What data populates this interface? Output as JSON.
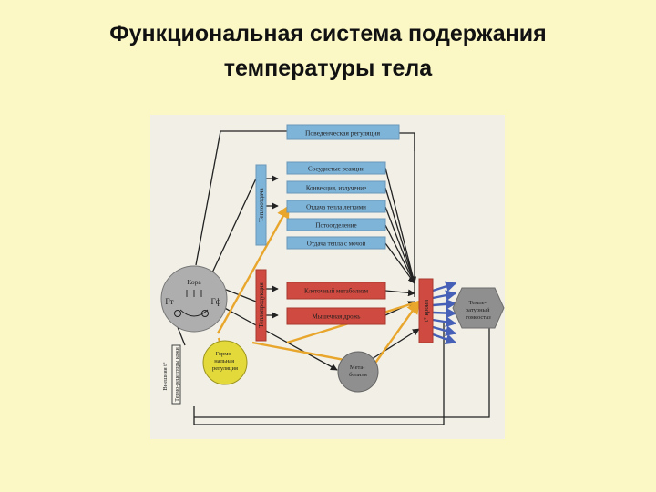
{
  "title": {
    "line1": "Функциональная система подержания",
    "line2": "температуры тела"
  },
  "diagram": {
    "top_box": "Поведенческая регуляция",
    "teplootdacha": "Теплоотдача",
    "teploproduktsiya": "Теплопродукция",
    "blue_boxes": [
      "Сосудистые реакции",
      "Конвекция, излучение",
      "Отдача тепла легкими",
      "Потоотделение",
      "Отдача тепла с мочой"
    ],
    "red_boxes": [
      "Клеточный метаболизм",
      "Мышечная дрожь"
    ],
    "t_krovi": "t° крови",
    "hexagon": "Темпе-ратурный гомеостаз",
    "brain": {
      "kora": "Кора",
      "gt": "Гт",
      "gf": "Гф"
    },
    "hormonal": "Гормо-нальная регуляция",
    "metabolism": "Мета-болизм",
    "receptors": "Термо-рецепторы кожи",
    "external": "Внешняя t°"
  },
  "colors": {
    "blue": "#7fb4d9",
    "red": "#cf4a40",
    "yellow": "#e3d93a",
    "orange_arrow": "#e9a62c",
    "hexagon": "#8f8f8f",
    "fan": "#4560b6"
  }
}
